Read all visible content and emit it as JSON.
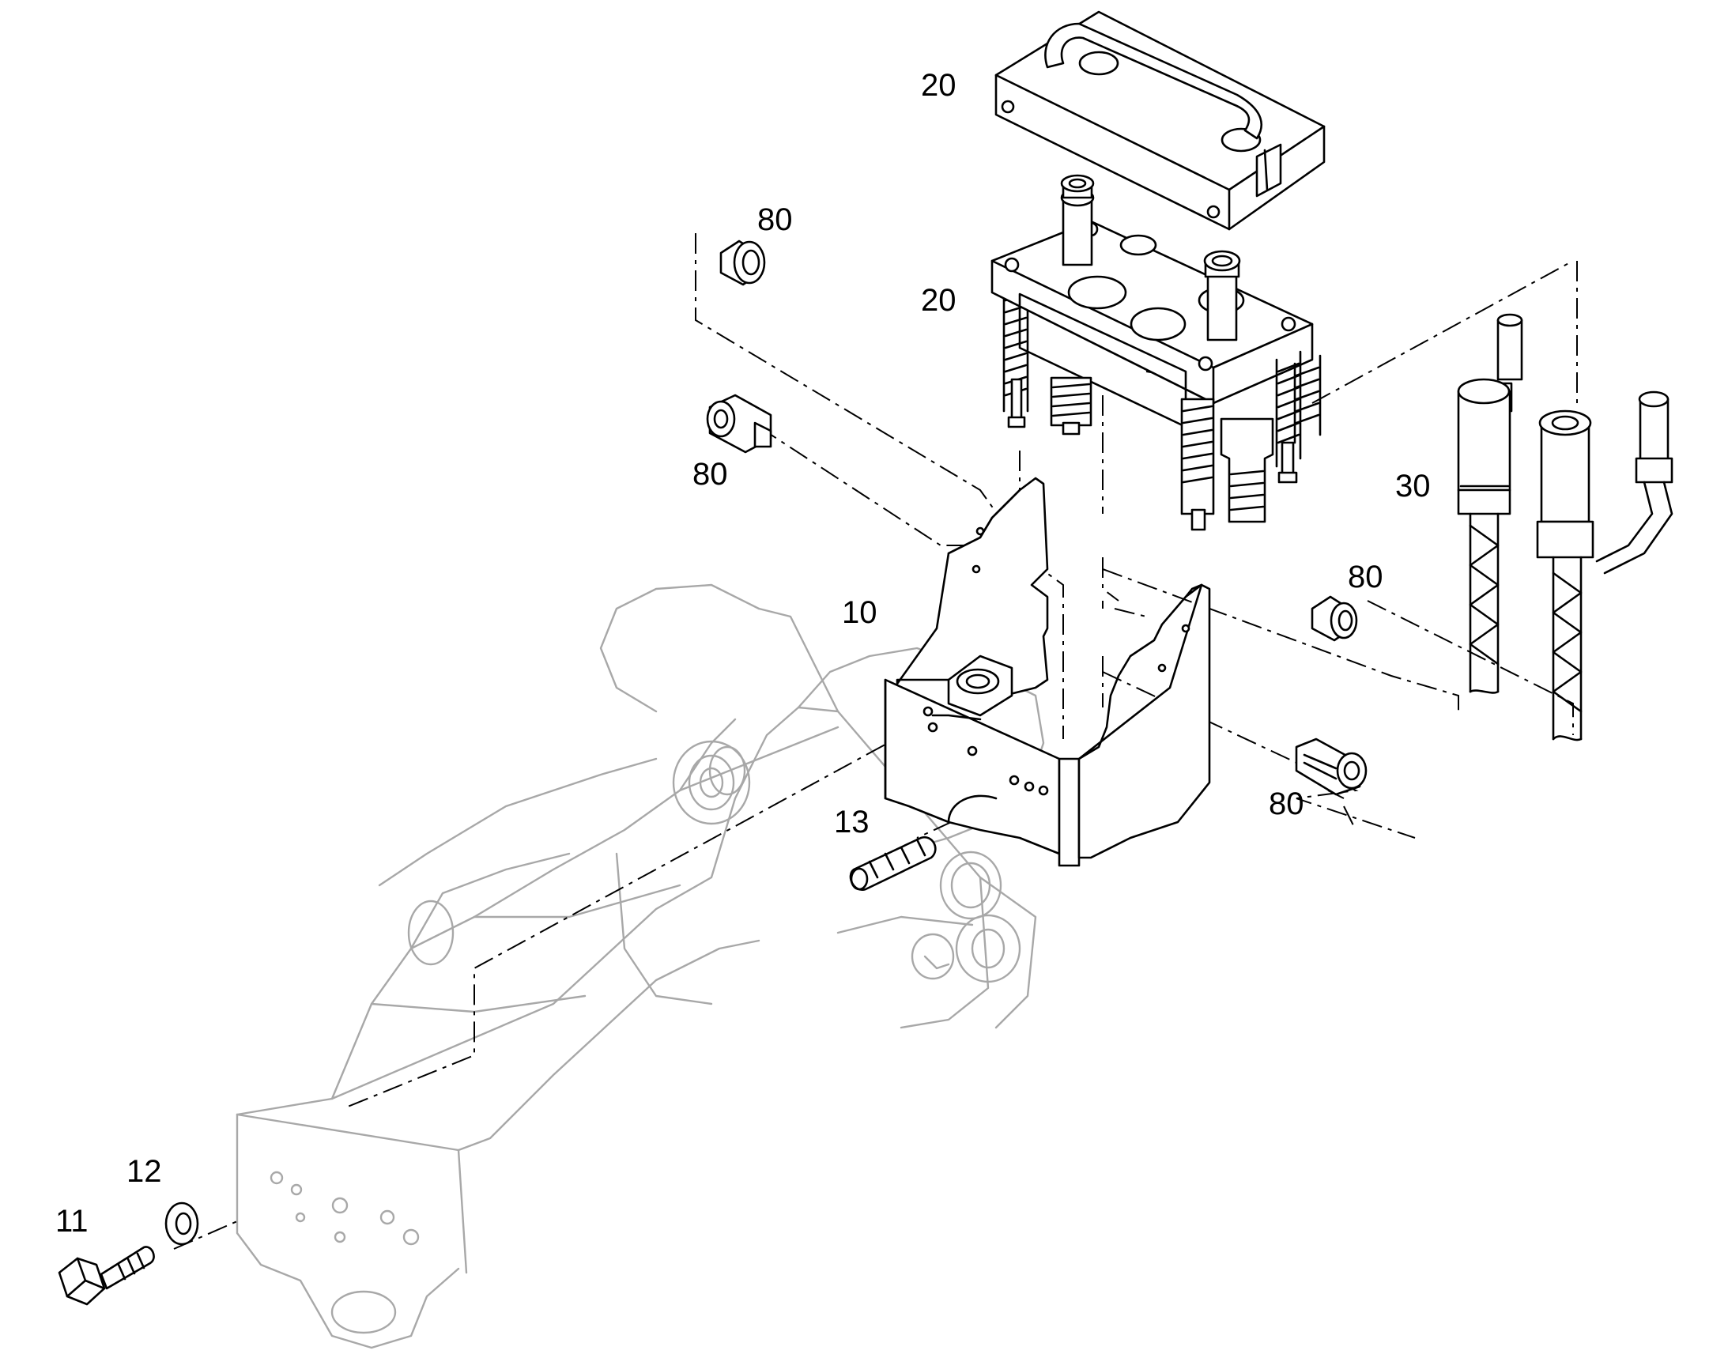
{
  "diagram": {
    "callouts": {
      "c20_top": "20",
      "c20_mid": "20",
      "c80_a": "80",
      "c80_b": "80",
      "c80_c": "80",
      "c80_d": "80",
      "c30": "30",
      "c10": "10",
      "c13": "13",
      "c12": "12",
      "c11": "11"
    },
    "colors": {
      "part_line": "#000000",
      "ghost_line": "#a8a8a8",
      "background": "#ffffff"
    }
  }
}
